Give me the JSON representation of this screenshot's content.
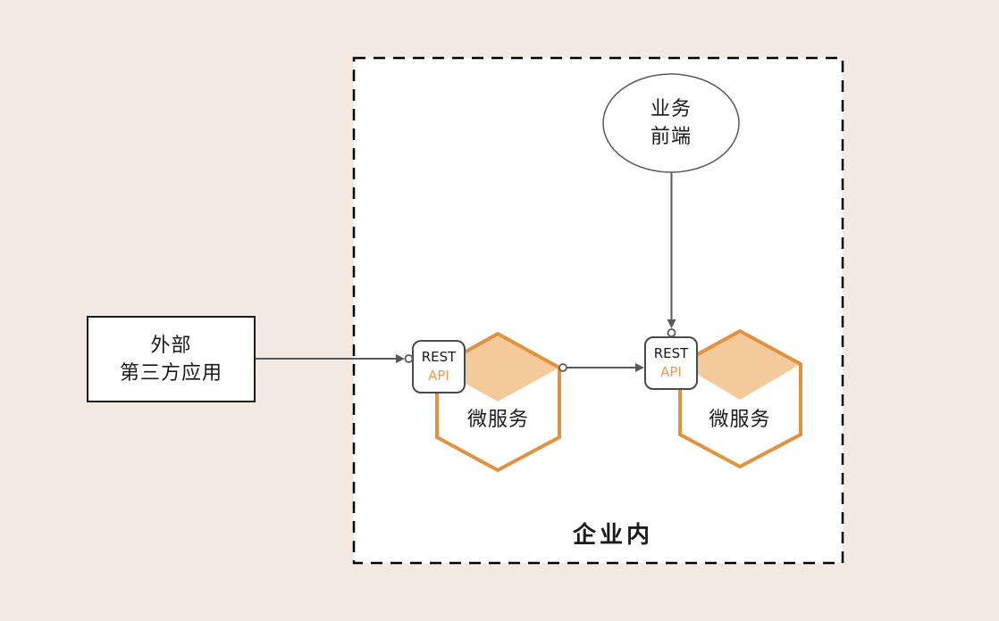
{
  "boundary": {
    "label": "企业内"
  },
  "nodes": {
    "external_app": {
      "line1": "外部",
      "line2": "第三方应用"
    },
    "business_frontend": {
      "line1": "业务",
      "line2": "前端"
    },
    "microservice_1": {
      "label": "微服务",
      "api": {
        "line1": "REST",
        "line2": "API"
      }
    },
    "microservice_2": {
      "label": "微服务",
      "api": {
        "line1": "REST",
        "line2": "API"
      }
    }
  },
  "edges": [
    {
      "from": "external_app",
      "to": "microservice_1_rest_api",
      "style": "arrow-with-interface-circle"
    },
    {
      "from": "microservice_1",
      "to": "microservice_2_rest_api",
      "style": "arrow-with-interface-circle"
    },
    {
      "from": "business_frontend",
      "to": "microservice_2_rest_api",
      "style": "arrow-with-interface-circle"
    }
  ],
  "colors": {
    "page_background": "#F2EAE2",
    "boundary_fill": "#FFFFFF",
    "boundary_border": "#000000",
    "node_fill": "#FFFFFF",
    "node_border": "#1A1A1A",
    "hexagon_stroke": "#E2923F",
    "hexagon_roof_fill": "#F4CA9A",
    "api_box_border": "#4A4A4A",
    "api_accent_text": "#EC9B4F",
    "edge_stroke": "#595959",
    "text": "#1A1A1A"
  }
}
